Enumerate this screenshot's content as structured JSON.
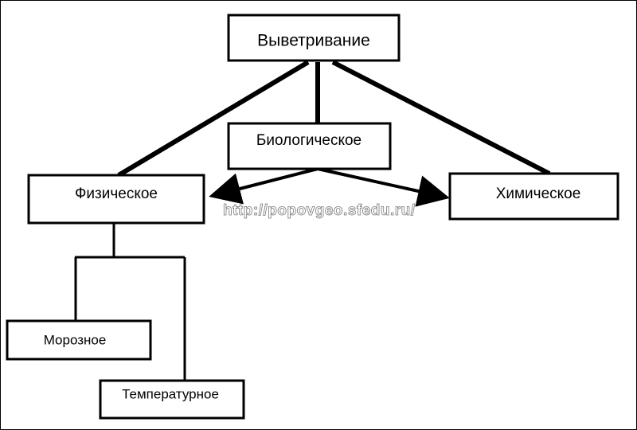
{
  "diagram": {
    "root": "Выветривание",
    "types": {
      "biological": "Биологическое",
      "physical": "Физическое",
      "chemical": "Химическое"
    },
    "physical_subtypes": {
      "frost": "Морозное",
      "temperature": "Температурное"
    },
    "line_color": "#000000",
    "background_color": "#ffffff"
  },
  "watermark": "http://popovgeo.sfedu.ru/"
}
